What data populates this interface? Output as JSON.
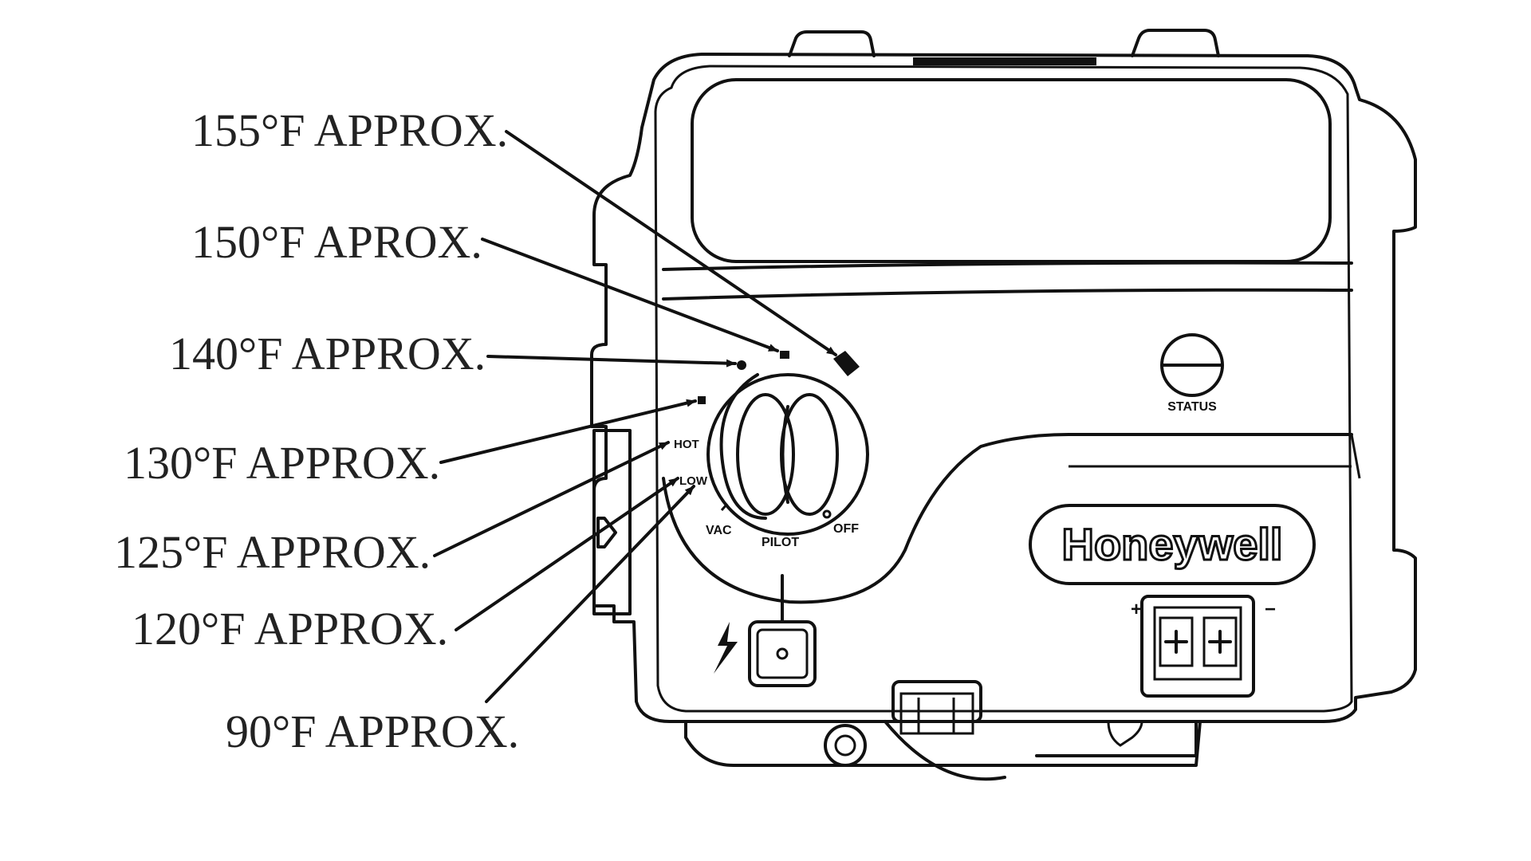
{
  "callouts": [
    {
      "label": "155°F APPROX."
    },
    {
      "label": "150°F APROX."
    },
    {
      "label": "140°F APPROX."
    },
    {
      "label": "130°F APPROX."
    },
    {
      "label": "125°F APPROX."
    },
    {
      "label": "120°F APPROX."
    },
    {
      "label": "90°F APPROX."
    }
  ],
  "device": {
    "brand": "Honeywell",
    "status_label": "STATUS",
    "dial_marks": {
      "vac": "VAC",
      "pilot": "PILOT",
      "off": "OFF",
      "hot": "HOT",
      "low": "LOW"
    },
    "connector_plus": "+",
    "connector_minus": "−"
  }
}
